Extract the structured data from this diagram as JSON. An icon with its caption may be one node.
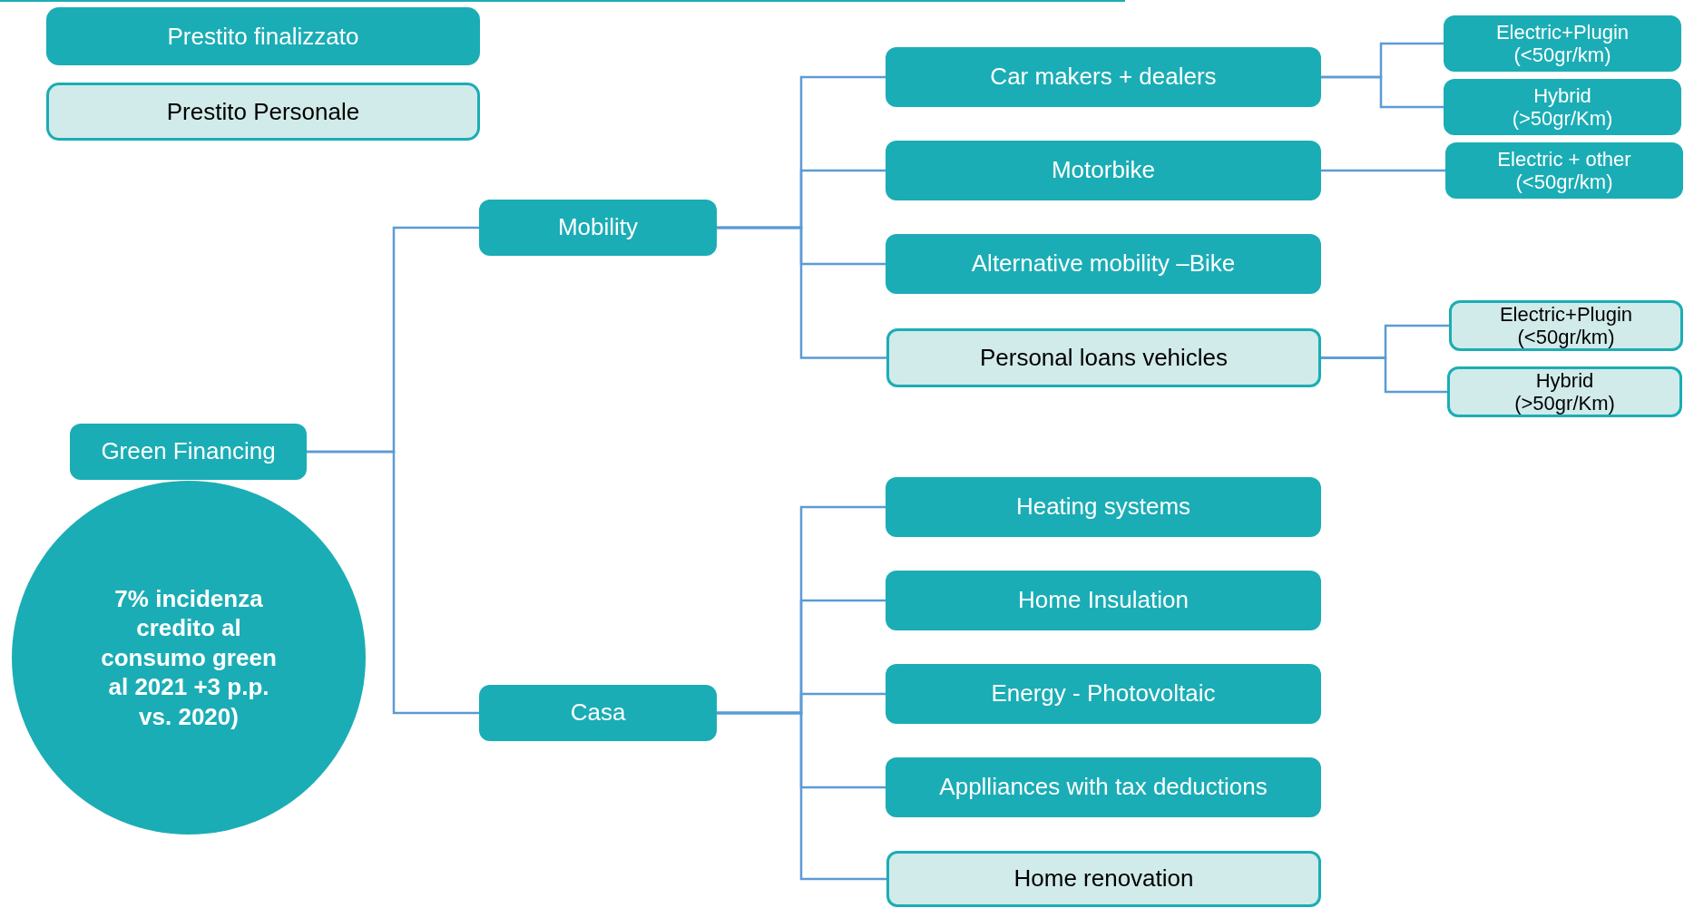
{
  "diagram": {
    "nodes": [
      {
        "text": [
          "Green Financing"
        ]
      },
      {
        "text": [
          "7% incidenza credito al consumo green al 2021 +3 p.p. vs. 2020)"
        ]
      },
      {
        "text": [
          "Mobility"
        ]
      },
      {
        "text": [
          "Casa"
        ]
      },
      {
        "text": [
          "Car makers + dealers"
        ]
      },
      {
        "text": [
          "Motorbike"
        ]
      },
      {
        "text": [
          "Alternative mobility –Bike"
        ]
      },
      {
        "text": [
          "Personal loans vehicles"
        ]
      },
      {
        "text": [
          "Heating systems"
        ]
      },
      {
        "text": [
          "Home Insulation"
        ]
      },
      {
        "text": [
          "Energy - Photovoltaic"
        ]
      },
      {
        "text": [
          "Applliances with tax deductions"
        ]
      },
      {
        "text": [
          "Home renovation"
        ]
      },
      {
        "text": [
          "Electric+Plugin (<50gr/km)"
        ]
      },
      {
        "text": [
          "Hybrid (>50gr/Km)"
        ]
      },
      {
        "text": [
          "Electric + other (<50gr/km)"
        ]
      },
      {
        "text": [
          "Electric+Plugin (<50gr/km)"
        ]
      },
      {
        "text": [
          "Hybrid (>50gr/Km)"
        ]
      }
    ],
    "edges": [
      {
        "from": 0,
        "to": 2,
        "arrow": "none"
      },
      {
        "from": 0,
        "to": 3,
        "arrow": "none"
      },
      {
        "from": 2,
        "to": 4,
        "arrow": "none"
      },
      {
        "from": 2,
        "to": 5,
        "arrow": "none"
      },
      {
        "from": 2,
        "to": 6,
        "arrow": "none"
      },
      {
        "from": 2,
        "to": 7,
        "arrow": "none"
      },
      {
        "from": 3,
        "to": 8,
        "arrow": "none"
      },
      {
        "from": 3,
        "to": 9,
        "arrow": "none"
      },
      {
        "from": 3,
        "to": 10,
        "arrow": "none"
      },
      {
        "from": 3,
        "to": 11,
        "arrow": "none"
      },
      {
        "from": 3,
        "to": 12,
        "arrow": "none"
      },
      {
        "from": 4,
        "to": 13,
        "arrow": "none"
      },
      {
        "from": 4,
        "to": 14,
        "arrow": "none"
      },
      {
        "from": 5,
        "to": 15,
        "arrow": "none"
      },
      {
        "from": 7,
        "to": 16,
        "arrow": "none"
      },
      {
        "from": 7,
        "to": 17,
        "arrow": "none"
      }
    ],
    "legend": [
      {
        "text": "Prestito finalizzato",
        "color": "#1badb5"
      },
      {
        "text": "Prestito Personale",
        "color": "#d1eaea"
      }
    ]
  }
}
